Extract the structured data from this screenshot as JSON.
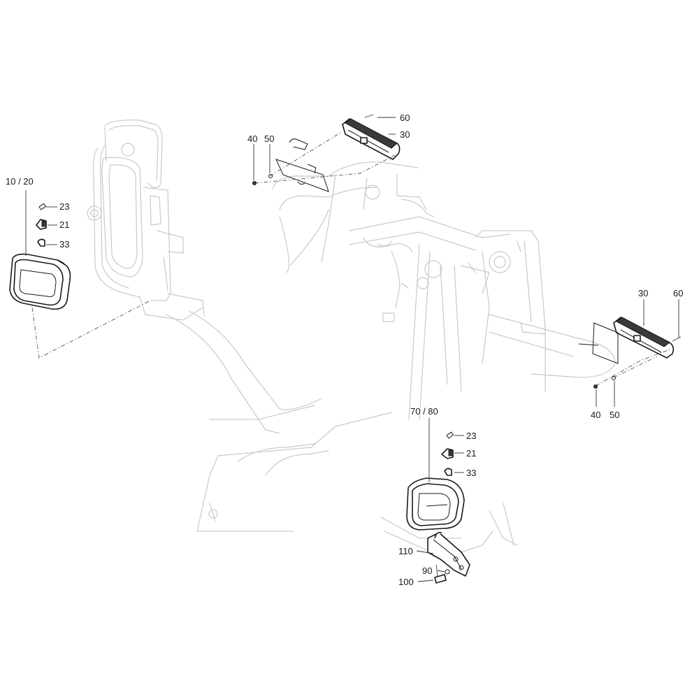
{
  "callouts": {
    "left_lamp_pair": "10 / 20",
    "rear_lamp_pair": "70 / 80",
    "ref_23_a": "23",
    "ref_21_a": "21",
    "ref_33_a": "33",
    "ref_23_b": "23",
    "ref_21_b": "21",
    "ref_33_b": "33",
    "ref_60_top": "60",
    "ref_30_top": "30",
    "ref_40_top": "40",
    "ref_50_top": "50",
    "ref_30_right": "30",
    "ref_60_right": "60",
    "ref_40_right": "40",
    "ref_50_right": "50",
    "ref_110": "110",
    "ref_90": "90",
    "ref_100": "100"
  },
  "colors": {
    "line": "#1a1a1a",
    "ghost": "#c9c9c9",
    "background": "#ffffff"
  }
}
